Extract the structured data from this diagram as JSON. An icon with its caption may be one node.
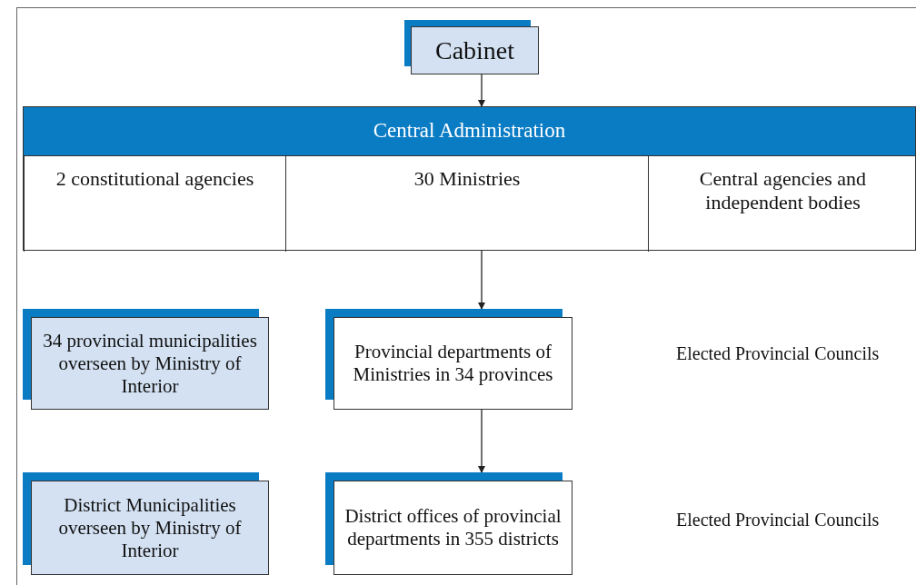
{
  "diagram": {
    "nodes": [
      {
        "text": [
          "Cabinet"
        ]
      },
      {
        "text": [
          "Central Administration"
        ]
      },
      {
        "text": [
          "2 constitutional agencies"
        ],
        "in": 1
      },
      {
        "text": [
          "30 Ministries"
        ],
        "in": 1
      },
      {
        "text": [
          "Central agencies and independent bodies"
        ],
        "in": 1
      },
      {
        "text": [
          "34 provincial municipalities overseen by Ministry of Interior"
        ]
      },
      {
        "text": [
          "Provincial departments of Ministries in 34 provinces"
        ]
      },
      {
        "text": [
          "District Municipalities overseen by Ministry of Interior"
        ]
      },
      {
        "text": [
          "District offices of provincial departments in 355 districts"
        ]
      }
    ],
    "edges": [
      {
        "from": 0,
        "to": 1,
        "arrow": "to"
      },
      {
        "from": 3,
        "to": 6,
        "arrow": "to"
      },
      {
        "from": 6,
        "to": 8,
        "arrow": "to"
      }
    ],
    "labels": [
      "Elected Provincial Councils",
      "Elected Provincial Councils"
    ]
  }
}
